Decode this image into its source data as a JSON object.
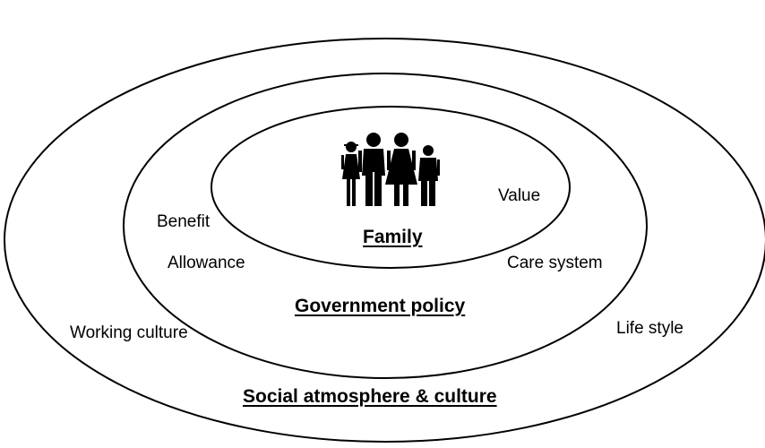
{
  "diagram": {
    "levels": {
      "outer": "Social atmosphere & culture",
      "middle": "Government policy",
      "inner": "Family"
    },
    "factors": {
      "value": "Value",
      "benefit": "Benefit",
      "allowance": "Allowance",
      "care_system": "Care system",
      "working_culture": "Working culture",
      "life_style": "Life style"
    },
    "icons": {
      "family": "family-silhouette-icon"
    }
  }
}
